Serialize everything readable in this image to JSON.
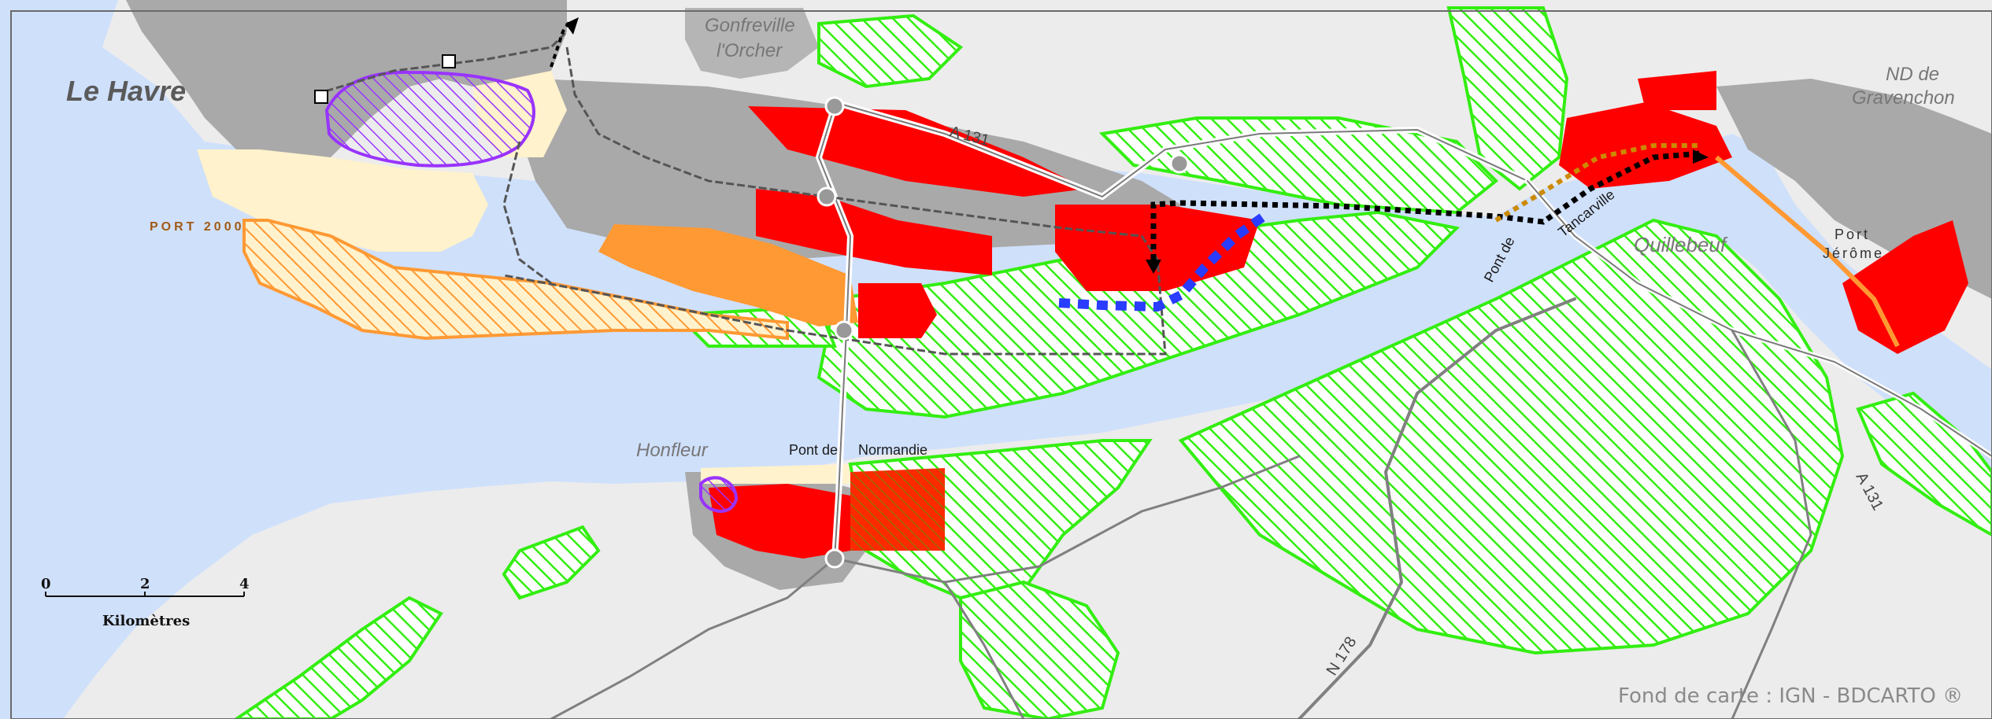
{
  "map": {
    "background_land": "#ececec",
    "water_color": "#cfe0fb",
    "urban_color": "#a9a9a9",
    "industry_red": "#ff0000",
    "industry_orange": "#ff9933",
    "hatch_green": "#33ee11",
    "hatch_purple": "#9933ff",
    "hatch_orange": "#ff9933",
    "sand_color": "#fff2cc",
    "route_black": "#000000",
    "route_blue": "#2a3cff"
  },
  "labels": {
    "le_havre": "Le Havre",
    "port_2000": "PORT 2000",
    "gonfreville_1": "Gonfreville",
    "gonfreville_2": "l'Orcher",
    "a131_north": "A 131",
    "nd_gravenchon_1": "ND de",
    "nd_gravenchon_2": "Gravenchon",
    "pont_tancarville_1": "Pont de",
    "pont_tancarville_2": "Tancarville",
    "quillebeuf": "Quillebeuf",
    "port_jerome_1": "Port",
    "port_jerome_2": "Jérôme",
    "honfleur": "Honfleur",
    "pont_normandie_1": "Pont de",
    "pont_normandie_2": "Normandie",
    "a131_east": "A 131",
    "n178": "N 178"
  },
  "scale_bar": {
    "ticks": [
      "0",
      "2",
      "4"
    ],
    "unit": "Kilomètres"
  },
  "credit": "Fond de carte : IGN - BDCARTO ®"
}
